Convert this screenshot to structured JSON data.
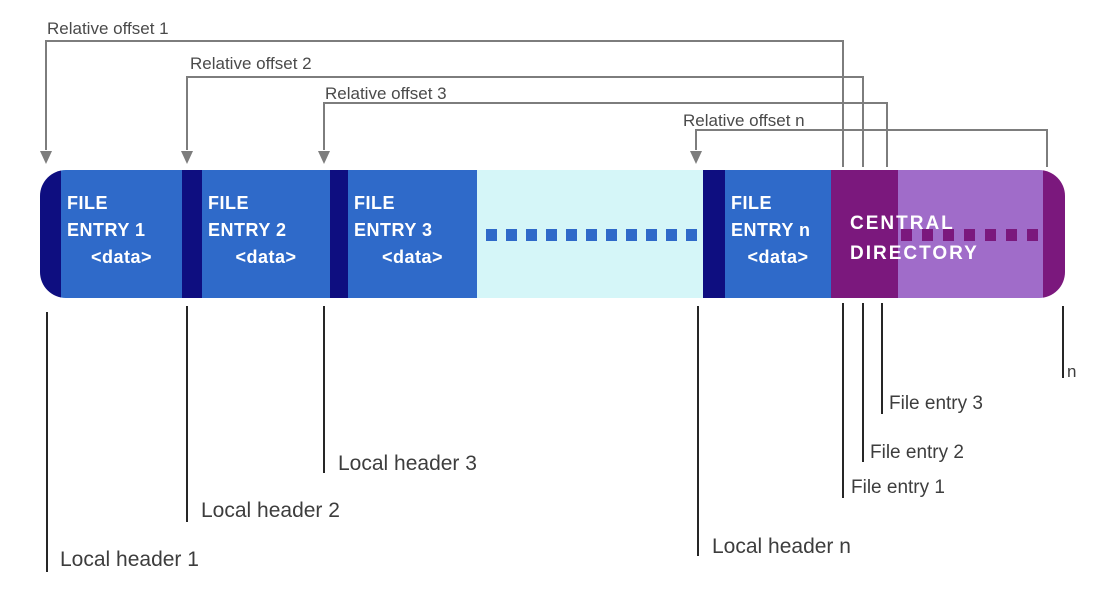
{
  "colors": {
    "local_header_navy": "#0e0e80",
    "file_entry_blue": "#2f6ac9",
    "gap_cyan": "#d5f6f8",
    "central_directory_dark_purple": "#7b187d",
    "central_directory_light_purple": "#a06cc9",
    "connector_gray": "#7d7d7d",
    "pointer_line_black": "#262626",
    "bar_text_white": "#ffffff",
    "label_text_gray": "#4a4a4a"
  },
  "top_offsets": [
    {
      "label": "Relative offset 1"
    },
    {
      "label": "Relative offset 2"
    },
    {
      "label": "Relative offset 3"
    },
    {
      "label": "Relative offset n"
    }
  ],
  "bar": {
    "entries": [
      {
        "line1": "FILE",
        "line2": "ENTRY 1",
        "data": "<data>"
      },
      {
        "line1": "FILE",
        "line2": "ENTRY 2",
        "data": "<data>"
      },
      {
        "line1": "FILE",
        "line2": "ENTRY 3",
        "data": "<data>"
      },
      {
        "line1": "FILE",
        "line2": "ENTRY n",
        "data": "<data>"
      }
    ],
    "central": {
      "line1": "CENTRAL",
      "line2": "DIRECTORY"
    }
  },
  "bottom": {
    "local_headers": [
      "Local header 1",
      "Local header 2",
      "Local header 3",
      "Local header n"
    ],
    "file_entries": [
      "File entry 1",
      "File entry 2",
      "File entry 3"
    ],
    "n": "n"
  }
}
